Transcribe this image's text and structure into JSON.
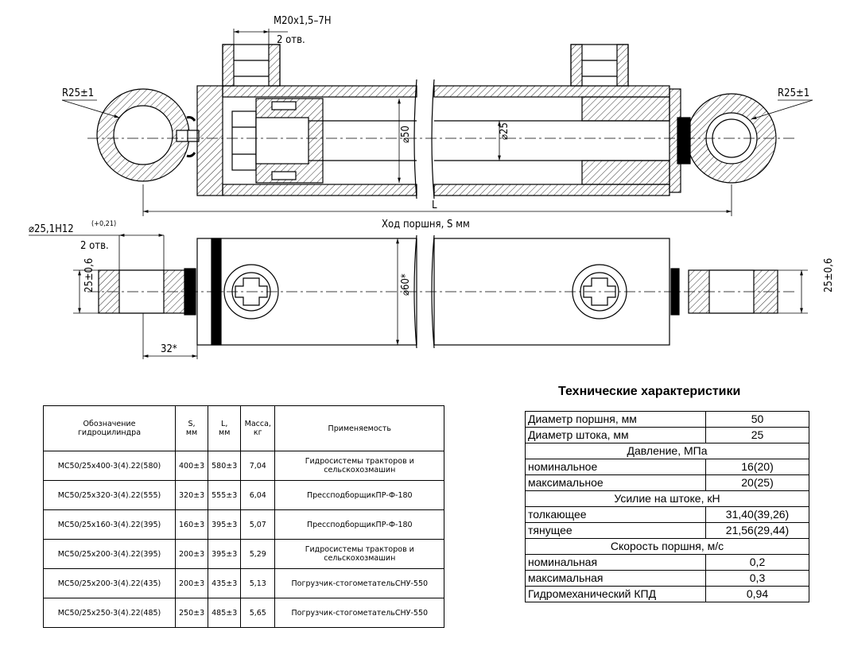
{
  "drawing": {
    "thread_label": "M20x1,5–7H",
    "thread_qty": "2 отв.",
    "radius_left": "R25±1",
    "radius_right": "R25±1",
    "dia_piston": "⌀50",
    "dia_rod": "⌀25",
    "length_label": "L",
    "stroke_label": "Ход поршня, S мм",
    "bore_label": "⌀25,1H12",
    "bore_tol": "(+0,21)",
    "bore_qty": "2 отв.",
    "eye_width_left": "25±0,6",
    "eye_width_right": "25±0,6",
    "dia_body": "⌀60*",
    "offset_label": "32*"
  },
  "apps_table": {
    "headers": [
      "Обозначение\nгидроцилиндра",
      "S,\nмм",
      "L,\nмм",
      "Масса,\nкг",
      "Применяемость"
    ],
    "rows": [
      [
        "МС50/25х400-3(4).22(580)",
        "400±3",
        "580±3",
        "7,04",
        "Гидросистемы тракторов и\nсельскохозмашин"
      ],
      [
        "МС50/25х320-3(4).22(555)",
        "320±3",
        "555±3",
        "6,04",
        "ПресcподборщикПР-Ф-180"
      ],
      [
        "МС50/25х160-3(4).22(395)",
        "160±3",
        "395±3",
        "5,07",
        "ПресcподборщикПР-Ф-180"
      ],
      [
        "МС50/25х200-3(4).22(395)",
        "200±3",
        "395±3",
        "5,29",
        "Гидросистемы тракторов и\nсельскохозмашин"
      ],
      [
        "МС50/25х200-3(4).22(435)",
        "200±3",
        "435±3",
        "5,13",
        "Погрузчик-стогометательСНУ-550"
      ],
      [
        "МС50/25х250-3(4).22(485)",
        "250±3",
        "485±3",
        "5,65",
        "Погрузчик-стогометательСНУ-550"
      ]
    ]
  },
  "specs": {
    "title": "Технические характеристики",
    "rows": [
      {
        "type": "kv",
        "k": "Диаметр поршня, мм",
        "v": "50"
      },
      {
        "type": "kv",
        "k": "Диаметр штока, мм",
        "v": "25"
      },
      {
        "type": "h",
        "k": "Давление, МПа"
      },
      {
        "type": "kv",
        "k": "номинальное",
        "v": "16(20)"
      },
      {
        "type": "kv",
        "k": "максимальное",
        "v": "20(25)"
      },
      {
        "type": "h",
        "k": "Усилие на штоке, кН"
      },
      {
        "type": "kv",
        "k": "толкающее",
        "v": "31,40(39,26)"
      },
      {
        "type": "kv",
        "k": "тянущее",
        "v": "21,56(29,44)"
      },
      {
        "type": "h",
        "k": "Скорость поршня, м/с"
      },
      {
        "type": "kv",
        "k": "номинальная",
        "v": "0,2"
      },
      {
        "type": "kv",
        "k": "максимальная",
        "v": "0,3"
      },
      {
        "type": "kv",
        "k": "Гидромеханический КПД",
        "v": "0,94"
      }
    ]
  }
}
